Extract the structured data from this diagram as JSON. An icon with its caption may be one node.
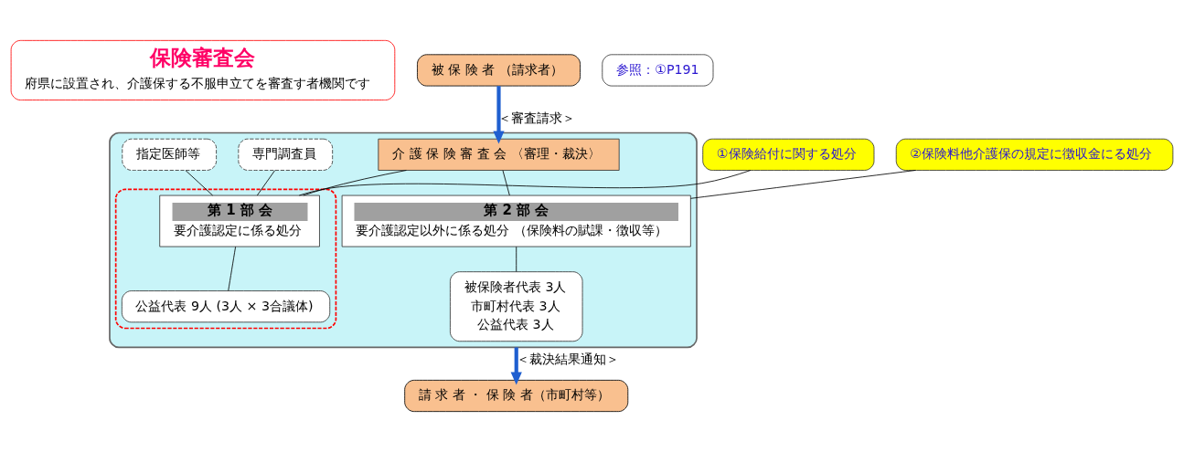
{
  "diagram": {
    "nodes": [
      {
        "text": [
          "保険審査会",
          "府県に設置され、介護保する不服申立てを審査す者機関です"
        ]
      },
      {
        "text": [
          "被 保 険 者 （請求者）"
        ]
      },
      {
        "text": [],
        "shape": "box"
      },
      {
        "text": [
          "介 護 保 険 審 査 会 〈審理・裁決〉"
        ],
        "in": 2
      },
      {
        "text": [
          "専門調査員"
        ],
        "in": 2
      },
      {
        "text": [
          "指定医師等"
        ],
        "in": 2
      },
      {
        "text": [],
        "shape": "box",
        "in": 2
      },
      {
        "text": [
          "第 1 部 会",
          "要介護認定に係る処分"
        ],
        "in": 6
      },
      {
        "text": [
          "公益代表 9人 (3人 × 3合議体)"
        ],
        "in": 6
      },
      {
        "text": [
          "第 2 部 会",
          "要介護認定以外に係る処分 （保険料の賦課・徴収等）"
        ],
        "in": 2
      },
      {
        "text": [
          "被保険者代表 3人",
          "市町村代表 3人",
          "公益代表 3人"
        ],
        "in": 2
      },
      {
        "text": [
          "①保険給付に関する処分"
        ]
      },
      {
        "text": [
          "②保険料他介護保の規定に徴収金にる処分"
        ]
      },
      {
        "text": [
          "請 求 者 ・ 保 険 者（市町村等）"
        ]
      },
      {
        "text": [
          "参照：①P191"
        ]
      }
    ],
    "edges": [
      {
        "from": 1,
        "to": 3,
        "arrow": "to",
        "label": "＜審査請求＞",
        "style": "thick",
        "color": "#1f5fd0"
      },
      {
        "from": 3,
        "to": 7,
        "arrow": "none"
      },
      {
        "from": 3,
        "to": 9,
        "arrow": "none"
      },
      {
        "from": 4,
        "to": 7,
        "arrow": "none"
      },
      {
        "from": 5,
        "to": 7,
        "arrow": "none"
      },
      {
        "from": 7,
        "to": 8,
        "arrow": "none"
      },
      {
        "from": 9,
        "to": 10,
        "arrow": "none"
      },
      {
        "from": 11,
        "to": 7,
        "arrow": "none"
      },
      {
        "from": 12,
        "to": 9,
        "arrow": "none"
      },
      {
        "from": 2,
        "to": 13,
        "arrow": "to",
        "label": "＜裁決結果通知＞",
        "style": "thick",
        "color": "#1f5fd0"
      }
    ]
  }
}
